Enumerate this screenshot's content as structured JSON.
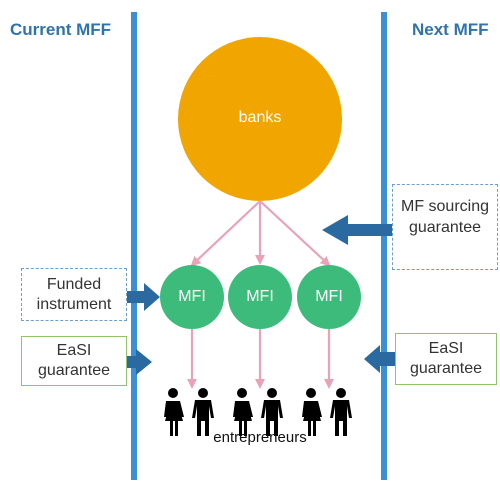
{
  "header": {
    "left_title": "Current MFF",
    "right_title": "Next MFF"
  },
  "nodes": {
    "banks": "banks",
    "mfi": [
      "MFI",
      "MFI",
      "MFI"
    ],
    "entrepreneurs": "entrepreneurs"
  },
  "boxes": {
    "funded_instrument": "Funded instrument",
    "easi_left": "EaSI guarantee",
    "mf_sourcing": "MF sourcing guarantee",
    "easi_right": "EaSI guarantee"
  },
  "colors": {
    "banks": "#f0a500",
    "mfi": "#3dbb7a",
    "flow_arrow": "#e8a3b7",
    "input_arrow": "#2a6aa0",
    "divider": "#3b8fd4"
  }
}
